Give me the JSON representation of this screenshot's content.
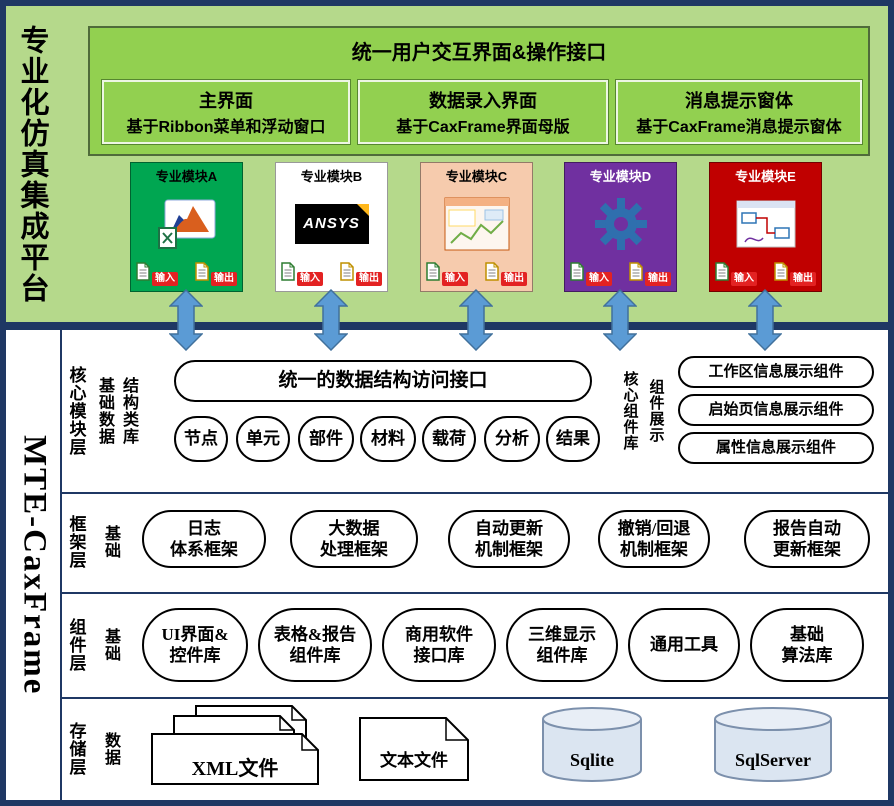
{
  "platform": {
    "title": "专业化仿真集成平台"
  },
  "frame": {
    "title": "MTE-CaxFrame"
  },
  "ui_section": {
    "title": "统一用户交互界面&操作接口",
    "panels": [
      {
        "line1": "主界面",
        "line2": "基于Ribbon菜单和浮动窗口"
      },
      {
        "line1": "数据录入界面",
        "line2": "基于CaxFrame界面母版"
      },
      {
        "line1": "消息提示窗体",
        "line2": "基于CaxFrame消息提示窗体"
      }
    ]
  },
  "modules": [
    {
      "title": "专业模块A",
      "logo": "matlab-logo",
      "bg": "#00a651",
      "fg": "#000000",
      "input_label": "输入",
      "output_label": "输出"
    },
    {
      "title": "专业模块B",
      "logo": "ansys-logo",
      "logo_text": "ANSYS",
      "bg": "#ffffff",
      "fg": "#000000",
      "input_label": "输入",
      "output_label": "输出"
    },
    {
      "title": "专业模块C",
      "logo": "workbench-logo",
      "bg": "#f6cbad",
      "fg": "#000000",
      "input_label": "输入",
      "output_label": "输出"
    },
    {
      "title": "专业模块D",
      "logo": "gear-icon",
      "bg": "#7030a0",
      "fg": "#ffffff",
      "input_label": "输入",
      "output_label": "输出"
    },
    {
      "title": "专业模块E",
      "logo": "simulink-logo",
      "bg": "#c00000",
      "fg": "#ffffff",
      "input_label": "输入",
      "output_label": "输出"
    }
  ],
  "layers": {
    "core": {
      "name": "核心模块层",
      "sub1": "基础数据",
      "sub2": "结构类库",
      "interface": "统一的数据结构访问接口",
      "items": [
        "节点",
        "单元",
        "部件",
        "材料",
        "载荷",
        "分析",
        "结果"
      ],
      "right_sub1": "核心组件库",
      "right_sub2": "组件展示",
      "right_items": [
        "工作区信息展示组件",
        "启始页信息展示组件",
        "属性信息展示组件"
      ]
    },
    "framework": {
      "name": "框架层",
      "sub": "基础",
      "items": [
        "日志\n体系框架",
        "大数据\n处理框架",
        "自动更新\n机制框架",
        "撤销/回退\n机制框架",
        "报告自动\n更新框架"
      ]
    },
    "component": {
      "name": "组件层",
      "sub": "基础",
      "items": [
        "UI界面&\n控件库",
        "表格&报告\n组件库",
        "商用软件\n接口库",
        "三维显示\n组件库",
        "通用工具",
        "基础\n算法库"
      ]
    },
    "storage": {
      "name": "存储层",
      "sub": "数据",
      "items": [
        "XML文件",
        "文本文件",
        "Sqlite",
        "SqlServer"
      ]
    }
  },
  "colors": {
    "frame_border": "#1f3864",
    "top_section_bg": "#b5d98b",
    "ui_box_bg": "#92d050",
    "arrow_fill": "#5b9bd5",
    "arrow_stroke": "#41719c",
    "io_tag_bg": "#e32222",
    "cylinder_fill": "#dbe5f1"
  }
}
